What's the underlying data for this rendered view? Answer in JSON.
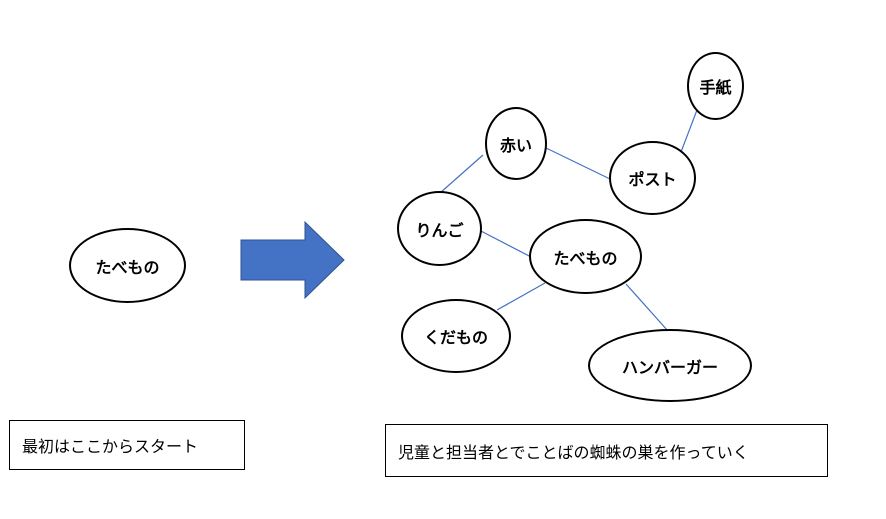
{
  "diagram": {
    "left_node": "たべもの",
    "captions": {
      "left": "最初はここからスタート",
      "right": "児童と担当者とでことばの蜘蛛の巣を作っていく"
    },
    "web_nodes": {
      "tegami": "手紙",
      "akai": "赤い",
      "posuto": "ポスト",
      "ringo": "りんご",
      "tabemono": "たべもの",
      "kudamono": "くだもの",
      "hamburger": "ハンバーガー"
    },
    "colors": {
      "arrow_fill": "#4472C4",
      "arrow_stroke": "#2F528F",
      "connector": "#4472C4"
    }
  }
}
